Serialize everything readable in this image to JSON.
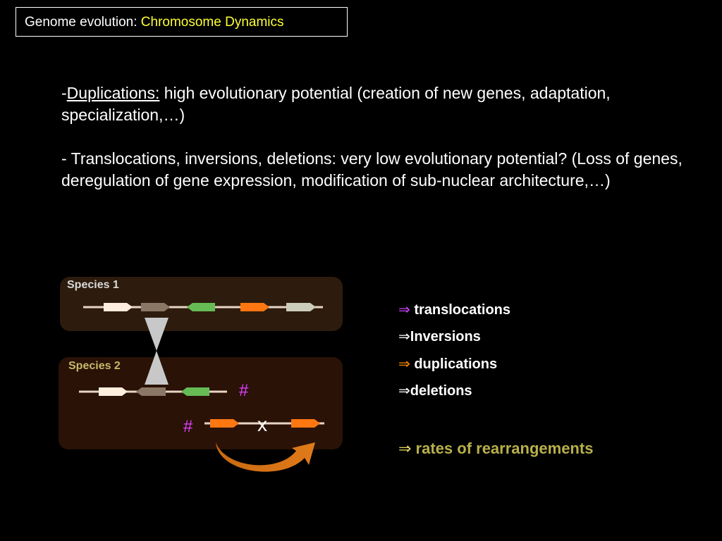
{
  "header": {
    "title_prefix": "Genome evolution:",
    "title_accent": "Chromosome Dynamics",
    "accent_color": "#ffff33"
  },
  "paragraphs": {
    "p1_dash": "-",
    "p1_term": "Duplications:",
    "p1_rest": " high evolutionary potential (creation of new genes, adaptation, specialization,…)",
    "p2": "- Translocations, inversions, deletions: very low evolutionary potential? (Loss of genes, deregulation of gene expression, modification of sub-nuclear architecture,…)"
  },
  "diagram": {
    "species1_label": "Species 1",
    "species2_label": "Species 2",
    "hash_symbol": "#",
    "deletion_mark": "x",
    "gene_colors": {
      "cream": "#ffeedd",
      "brown": "#8b7766",
      "green": "#66bb55",
      "orange": "#ff7711",
      "grey": "#ccccbb"
    }
  },
  "events": {
    "arrow_symbol": "⇒",
    "items": [
      {
        "label": " translocations",
        "arrow_color": "#cc44ff"
      },
      {
        "label": "Inversions",
        "arrow_color": "#ffffff"
      },
      {
        "label": " duplications",
        "arrow_color": "#ff8800"
      },
      {
        "label": "deletions",
        "arrow_color": "#ffffff"
      }
    ],
    "conclusion": " rates of rearrangements",
    "conclusion_color": "#b8b04a"
  }
}
